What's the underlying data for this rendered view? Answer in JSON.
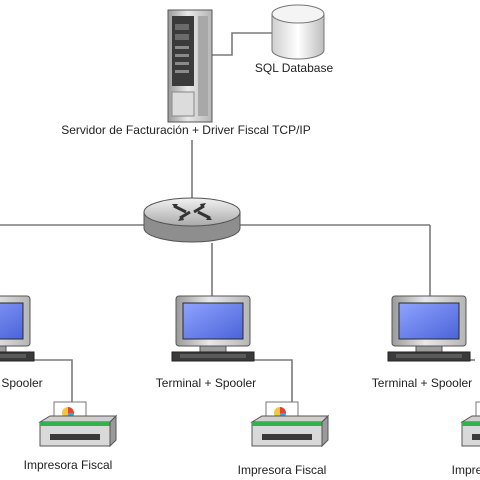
{
  "diagram": {
    "server": {
      "label": "Servidor de Facturación + Driver Fiscal TCP/IP",
      "icon": "server-tower-icon"
    },
    "database": {
      "label": "SQL Database",
      "icon": "database-cylinder-icon"
    },
    "router": {
      "icon": "network-router-icon"
    },
    "terminals": [
      {
        "label": "Spooler",
        "icon": "desktop-computer-icon"
      },
      {
        "label": "Terminal + Spooler",
        "icon": "desktop-computer-icon"
      },
      {
        "label": "Terminal + Spooler",
        "icon": "desktop-computer-icon"
      }
    ],
    "printers": [
      {
        "label": "Impresora Fiscal",
        "icon": "fiscal-printer-icon"
      },
      {
        "label": "Impresora Fiscal",
        "icon": "fiscal-printer-icon"
      },
      {
        "label": "Impresora Fiscal",
        "icon": "fiscal-printer-icon"
      }
    ],
    "colors": {
      "line": "#7a7a7a",
      "screen": "#5f7be6",
      "case": "#d8d8d8",
      "dark": "#333333",
      "accent": "#2fb34a"
    }
  }
}
